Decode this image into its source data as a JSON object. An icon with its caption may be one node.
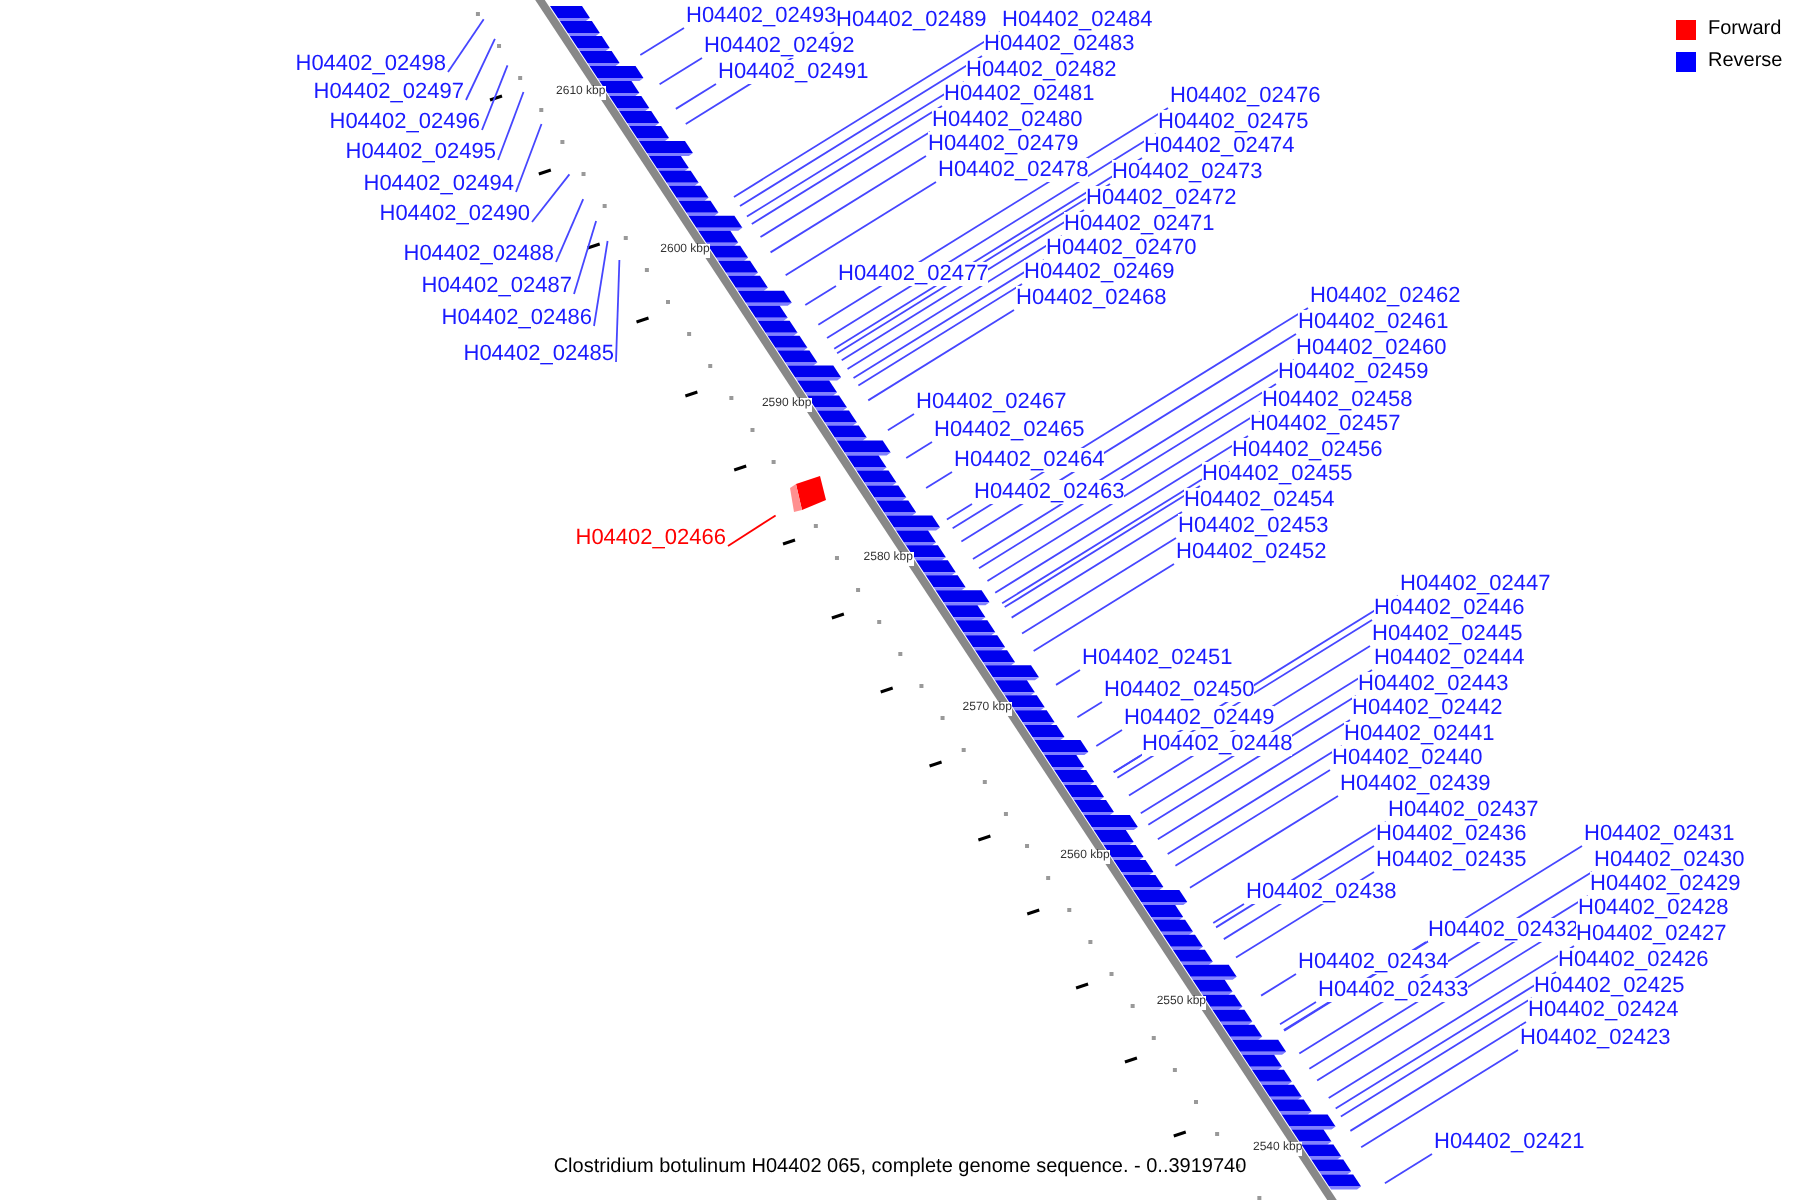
{
  "diagram": {
    "caption": "Clostridium botulinum H04402 065, complete genome sequence. - 0..3919740",
    "nodes": [
      {
        "text": [
          "H04402_02498"
        ]
      },
      {
        "text": [
          "H04402_02497"
        ]
      },
      {
        "text": [
          "H04402_02496"
        ]
      },
      {
        "text": [
          "H04402_02495"
        ]
      },
      {
        "text": [
          "H04402_02494"
        ]
      },
      {
        "text": [
          "H04402_02490"
        ]
      },
      {
        "text": [
          "H04402_02488"
        ]
      },
      {
        "text": [
          "H04402_02487"
        ]
      },
      {
        "text": [
          "H04402_02486"
        ]
      },
      {
        "text": [
          "H04402_02485"
        ]
      },
      {
        "text": [
          "H04402_02466"
        ]
      },
      {
        "text": [
          "H04402_02493"
        ]
      },
      {
        "text": [
          "H04402_02492"
        ]
      },
      {
        "text": [
          "H04402_02491"
        ]
      },
      {
        "text": [
          "H04402_02489"
        ]
      },
      {
        "text": [
          "H04402_02484"
        ]
      },
      {
        "text": [
          "H04402_02483"
        ]
      },
      {
        "text": [
          "H04402_02482"
        ]
      },
      {
        "text": [
          "H04402_02481"
        ]
      },
      {
        "text": [
          "H04402_02480"
        ]
      },
      {
        "text": [
          "H04402_02479"
        ]
      },
      {
        "text": [
          "H04402_02478"
        ]
      },
      {
        "text": [
          "H04402_02477"
        ]
      },
      {
        "text": [
          "H04402_02476"
        ]
      },
      {
        "text": [
          "H04402_02475"
        ]
      },
      {
        "text": [
          "H04402_02474"
        ]
      },
      {
        "text": [
          "H04402_02473"
        ]
      },
      {
        "text": [
          "H04402_02472"
        ]
      },
      {
        "text": [
          "H04402_02471"
        ]
      },
      {
        "text": [
          "H04402_02470"
        ]
      },
      {
        "text": [
          "H04402_02469"
        ]
      },
      {
        "text": [
          "H04402_02468"
        ]
      },
      {
        "text": [
          "H04402_02467"
        ]
      },
      {
        "text": [
          "H04402_02465"
        ]
      },
      {
        "text": [
          "H04402_02464"
        ]
      },
      {
        "text": [
          "H04402_02463"
        ]
      },
      {
        "text": [
          "H04402_02462"
        ]
      },
      {
        "text": [
          "H04402_02461"
        ]
      },
      {
        "text": [
          "H04402_02460"
        ]
      },
      {
        "text": [
          "H04402_02459"
        ]
      },
      {
        "text": [
          "H04402_02458"
        ]
      },
      {
        "text": [
          "H04402_02457"
        ]
      },
      {
        "text": [
          "H04402_02456"
        ]
      },
      {
        "text": [
          "H04402_02455"
        ]
      },
      {
        "text": [
          "H04402_02454"
        ]
      },
      {
        "text": [
          "H04402_02453"
        ]
      },
      {
        "text": [
          "H04402_02452"
        ]
      },
      {
        "text": [
          "H04402_02451"
        ]
      },
      {
        "text": [
          "H04402_02450"
        ]
      },
      {
        "text": [
          "H04402_02449"
        ]
      },
      {
        "text": [
          "H04402_02448"
        ]
      },
      {
        "text": [
          "H04402_02447"
        ]
      },
      {
        "text": [
          "H04402_02446"
        ]
      },
      {
        "text": [
          "H04402_02445"
        ]
      },
      {
        "text": [
          "H04402_02444"
        ]
      },
      {
        "text": [
          "H04402_02443"
        ]
      },
      {
        "text": [
          "H04402_02442"
        ]
      },
      {
        "text": [
          "H04402_02441"
        ]
      },
      {
        "text": [
          "H04402_02440"
        ]
      },
      {
        "text": [
          "H04402_02439"
        ]
      },
      {
        "text": [
          "H04402_02437"
        ]
      },
      {
        "text": [
          "H04402_02436"
        ]
      },
      {
        "text": [
          "H04402_02435"
        ]
      },
      {
        "text": [
          "H04402_02438"
        ]
      },
      {
        "text": [
          "H04402_02434"
        ]
      },
      {
        "text": [
          "H04402_02433"
        ]
      },
      {
        "text": [
          "H04402_02432"
        ]
      },
      {
        "text": [
          "H04402_02431"
        ]
      },
      {
        "text": [
          "H04402_02430"
        ]
      },
      {
        "text": [
          "H04402_02429"
        ]
      },
      {
        "text": [
          "H04402_02428"
        ]
      },
      {
        "text": [
          "H04402_02427"
        ]
      },
      {
        "text": [
          "H04402_02426"
        ]
      },
      {
        "text": [
          "H04402_02425"
        ]
      },
      {
        "text": [
          "H04402_02424"
        ]
      },
      {
        "text": [
          "H04402_02423"
        ]
      },
      {
        "text": [
          "H04402_02421"
        ]
      }
    ],
    "edges": [
      {
        "from": 0,
        "to": null,
        "arrow": "none"
      },
      {
        "from": 1,
        "to": null,
        "arrow": "none"
      },
      {
        "from": 2,
        "to": null,
        "arrow": "none"
      },
      {
        "from": 3,
        "to": null,
        "arrow": "none"
      },
      {
        "from": 4,
        "to": null,
        "arrow": "none"
      },
      {
        "from": 5,
        "to": null,
        "arrow": "none"
      },
      {
        "from": 6,
        "to": null,
        "arrow": "none"
      },
      {
        "from": 7,
        "to": null,
        "arrow": "none"
      },
      {
        "from": 8,
        "to": null,
        "arrow": "none"
      },
      {
        "from": 9,
        "to": null,
        "arrow": "none"
      },
      {
        "from": 10,
        "to": null,
        "arrow": "none",
        "color": "#ff0000"
      },
      {
        "from": 11,
        "to": null,
        "arrow": "none"
      },
      {
        "from": 12,
        "to": null,
        "arrow": "none"
      },
      {
        "from": 13,
        "to": null,
        "arrow": "none"
      },
      {
        "from": 14,
        "to": null,
        "arrow": "none"
      },
      {
        "from": 15,
        "to": null,
        "arrow": "none"
      },
      {
        "from": 16,
        "to": null,
        "arrow": "none"
      },
      {
        "from": 17,
        "to": null,
        "arrow": "none"
      },
      {
        "from": 18,
        "to": null,
        "arrow": "none"
      },
      {
        "from": 19,
        "to": null,
        "arrow": "none"
      },
      {
        "from": 20,
        "to": null,
        "arrow": "none"
      },
      {
        "from": 21,
        "to": null,
        "arrow": "none"
      },
      {
        "from": 22,
        "to": null,
        "arrow": "none"
      },
      {
        "from": 23,
        "to": null,
        "arrow": "none"
      },
      {
        "from": 24,
        "to": null,
        "arrow": "none"
      },
      {
        "from": 25,
        "to": null,
        "arrow": "none"
      },
      {
        "from": 26,
        "to": null,
        "arrow": "none"
      },
      {
        "from": 27,
        "to": null,
        "arrow": "none"
      },
      {
        "from": 28,
        "to": null,
        "arrow": "none"
      },
      {
        "from": 29,
        "to": null,
        "arrow": "none"
      },
      {
        "from": 30,
        "to": null,
        "arrow": "none"
      },
      {
        "from": 31,
        "to": null,
        "arrow": "none"
      },
      {
        "from": 32,
        "to": null,
        "arrow": "none"
      },
      {
        "from": 33,
        "to": null,
        "arrow": "none"
      },
      {
        "from": 34,
        "to": null,
        "arrow": "none"
      },
      {
        "from": 35,
        "to": null,
        "arrow": "none"
      },
      {
        "from": 36,
        "to": null,
        "arrow": "none"
      },
      {
        "from": 37,
        "to": null,
        "arrow": "none"
      },
      {
        "from": 38,
        "to": null,
        "arrow": "none"
      },
      {
        "from": 39,
        "to": null,
        "arrow": "none"
      },
      {
        "from": 40,
        "to": null,
        "arrow": "none"
      },
      {
        "from": 41,
        "to": null,
        "arrow": "none"
      },
      {
        "from": 42,
        "to": null,
        "arrow": "none"
      },
      {
        "from": 43,
        "to": null,
        "arrow": "none"
      },
      {
        "from": 44,
        "to": null,
        "arrow": "none"
      },
      {
        "from": 45,
        "to": null,
        "arrow": "none"
      },
      {
        "from": 46,
        "to": null,
        "arrow": "none"
      },
      {
        "from": 47,
        "to": null,
        "arrow": "none"
      },
      {
        "from": 48,
        "to": null,
        "arrow": "none"
      },
      {
        "from": 49,
        "to": null,
        "arrow": "none"
      },
      {
        "from": 50,
        "to": null,
        "arrow": "none"
      },
      {
        "from": 51,
        "to": null,
        "arrow": "none"
      },
      {
        "from": 52,
        "to": null,
        "arrow": "none"
      },
      {
        "from": 53,
        "to": null,
        "arrow": "none"
      },
      {
        "from": 54,
        "to": null,
        "arrow": "none"
      },
      {
        "from": 55,
        "to": null,
        "arrow": "none"
      },
      {
        "from": 56,
        "to": null,
        "arrow": "none"
      },
      {
        "from": 57,
        "to": null,
        "arrow": "none"
      },
      {
        "from": 58,
        "to": null,
        "arrow": "none"
      },
      {
        "from": 59,
        "to": null,
        "arrow": "none"
      },
      {
        "from": 60,
        "to": null,
        "arrow": "none"
      },
      {
        "from": 61,
        "to": null,
        "arrow": "none"
      },
      {
        "from": 62,
        "to": null,
        "arrow": "none"
      },
      {
        "from": 63,
        "to": null,
        "arrow": "none"
      },
      {
        "from": 64,
        "to": null,
        "arrow": "none"
      },
      {
        "from": 65,
        "to": null,
        "arrow": "none"
      },
      {
        "from": 66,
        "to": null,
        "arrow": "none"
      },
      {
        "from": 67,
        "to": null,
        "arrow": "none"
      },
      {
        "from": 68,
        "to": null,
        "arrow": "none"
      },
      {
        "from": 69,
        "to": null,
        "arrow": "none"
      },
      {
        "from": 70,
        "to": null,
        "arrow": "none"
      },
      {
        "from": 71,
        "to": null,
        "arrow": "none"
      },
      {
        "from": 72,
        "to": null,
        "arrow": "none"
      },
      {
        "from": 73,
        "to": null,
        "arrow": "none"
      },
      {
        "from": 74,
        "to": null,
        "arrow": "none"
      },
      {
        "from": 75,
        "to": null,
        "arrow": "none"
      },
      {
        "from": 76,
        "to": null,
        "arrow": "none"
      }
    ],
    "labels": [
      "2610 kbp",
      "2600 kbp",
      "2590 kbp",
      "2580 kbp",
      "2570 kbp",
      "2560 kbp",
      "2550 kbp",
      "2540 kbp"
    ],
    "legend": [
      {
        "text": "Forward",
        "color": "#ff0000"
      },
      {
        "text": "Reverse",
        "color": "#0000ff"
      }
    ]
  }
}
